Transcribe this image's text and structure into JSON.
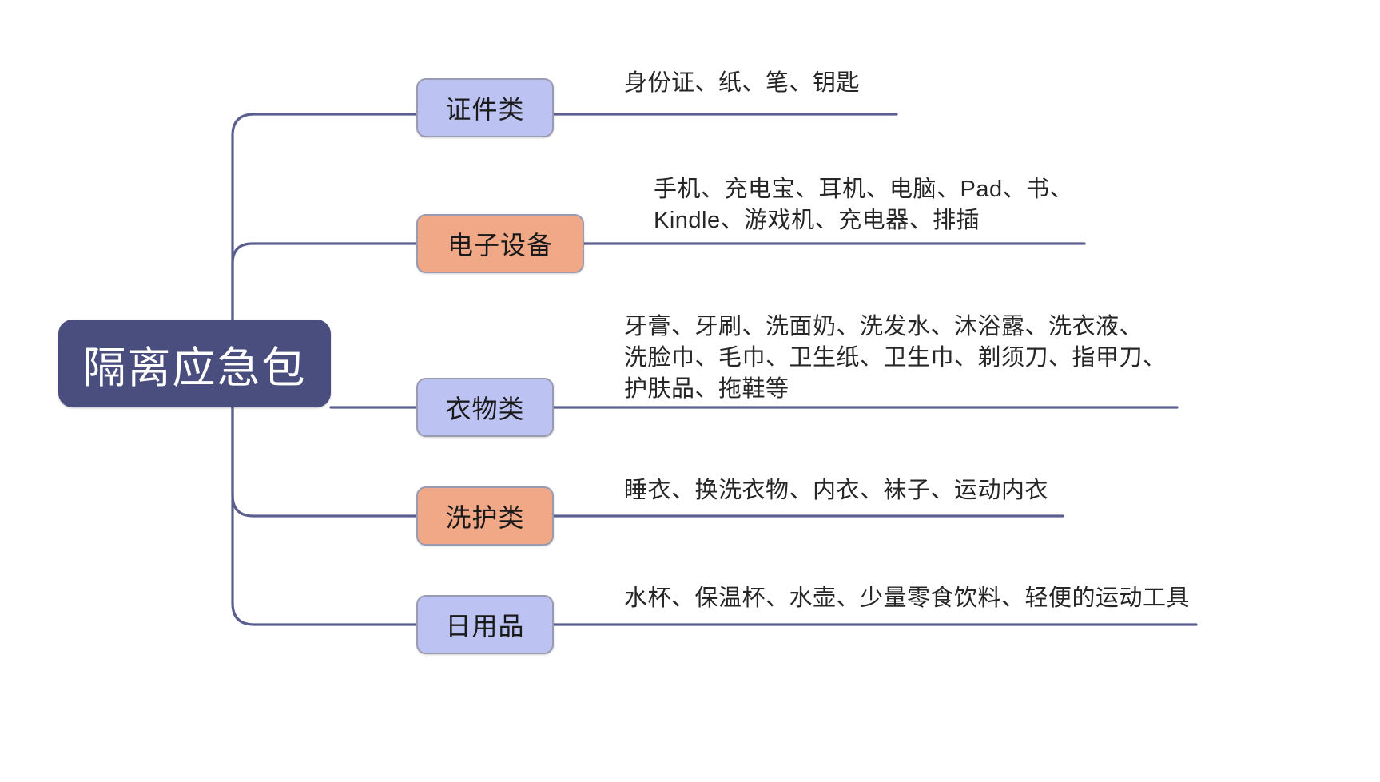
{
  "diagram": {
    "type": "mind-map",
    "title": "隔离应急包",
    "background_color": "#ffffff",
    "connector_color": "#5a5f8f",
    "root": {
      "label": "隔离应急包",
      "fill": "#4a4e7e",
      "text_color": "#ffffff"
    },
    "branches": [
      {
        "label": "证件类",
        "fill": "#bcc3f2",
        "fill_name": "purple",
        "border": "#9a9ab0",
        "detail_lines": [
          "身份证、纸、笔、钥匙"
        ]
      },
      {
        "label": "电子设备",
        "fill": "#f0a887",
        "fill_name": "orange",
        "border": "#9a9ab0",
        "detail_lines": [
          "手机、充电宝、耳机、电脑、Pad、书、",
          "Kindle、游戏机、充电器、排插"
        ]
      },
      {
        "label": "衣物类",
        "fill": "#bcc3f2",
        "fill_name": "purple",
        "border": "#9a9ab0",
        "detail_lines": [
          "牙膏、牙刷、洗面奶、洗发水、沐浴露、洗衣液、",
          "洗脸巾、毛巾、卫生纸、卫生巾、剃须刀、指甲刀、",
          "护肤品、拖鞋等"
        ]
      },
      {
        "label": "洗护类",
        "fill": "#f0a887",
        "fill_name": "orange",
        "border": "#9a9ab0",
        "detail_lines": [
          "睡衣、换洗衣物、内衣、袜子、运动内衣"
        ]
      },
      {
        "label": "日用品",
        "fill": "#bcc3f2",
        "fill_name": "purple",
        "border": "#9a9ab0",
        "detail_lines": [
          "水杯、保温杯、水壶、少量零食饮料、轻便的运动工具"
        ]
      }
    ]
  }
}
